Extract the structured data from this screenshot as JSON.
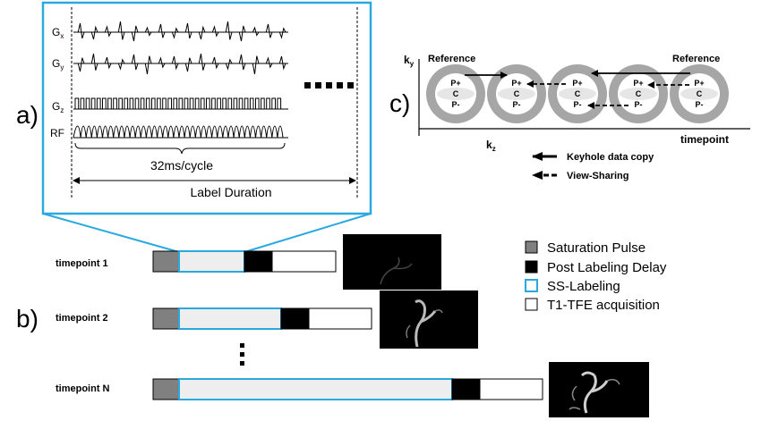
{
  "panel_a": {
    "label": "a)",
    "row_labels": [
      {
        "main": "G",
        "sub": "x"
      },
      {
        "main": "G",
        "sub": "y"
      },
      {
        "main": "G",
        "sub": "z"
      },
      {
        "main": "RF",
        "sub": ""
      }
    ],
    "cycle_text": "32ms/cycle",
    "duration_text": "Label Duration"
  },
  "panel_b": {
    "label": "b)",
    "timepoints": [
      {
        "label": "timepoint 1"
      },
      {
        "label": "timepoint 2"
      },
      {
        "label": "timepoint N"
      }
    ]
  },
  "panel_c": {
    "label": "c)",
    "ky": {
      "main": "k",
      "sub": "y"
    },
    "kz": {
      "main": "k",
      "sub": "z"
    },
    "x_axis": "timepoint",
    "reference_left": "Reference",
    "reference_right": "Reference",
    "circle_labels": [
      "P+",
      "C",
      "P-"
    ],
    "circle_count": 5,
    "arrow_legend": [
      {
        "style": "solid",
        "label": "Keyhole data copy"
      },
      {
        "style": "dashed",
        "label": "View-Sharing"
      }
    ]
  },
  "legend": [
    {
      "label": "Saturation Pulse",
      "fill": "#808080",
      "stroke": "#000000"
    },
    {
      "label": "Post Labeling Delay",
      "fill": "#000000",
      "stroke": "#000000"
    },
    {
      "label": "SS-Labeling",
      "fill": "#ffffff",
      "stroke": "#2aa9e0"
    },
    {
      "label": "T1-TFE acquisition",
      "fill": "#ffffff",
      "stroke": "#000000"
    }
  ],
  "colors": {
    "accent": "#2aa9e0",
    "labeling_fill": "#eeeeee",
    "saturation": "#808080",
    "ring": "#a6a6a6"
  }
}
